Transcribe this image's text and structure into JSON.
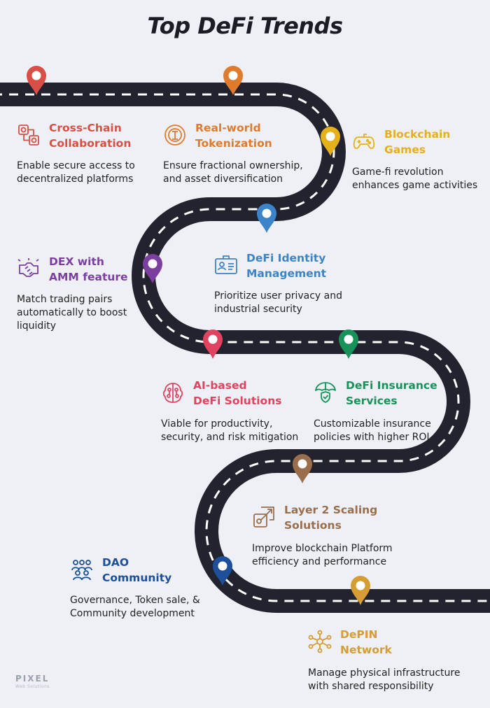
{
  "title": "Top DeFi Trends",
  "colors": {
    "background": "#eef0f5",
    "road": "#23232f",
    "dash": "#ffffff"
  },
  "trends": [
    {
      "heading": [
        "Cross-Chain",
        "Collaboration"
      ],
      "description": [
        "Enable secure access to",
        "decentralized platforms"
      ],
      "color": "#d94f45",
      "icon": "cross-chain-icon"
    },
    {
      "heading": [
        "Real-world",
        "Tokenization"
      ],
      "description": [
        "Ensure fractional ownership,",
        "and asset diversification"
      ],
      "color": "#e07b2b",
      "icon": "tokenization-icon"
    },
    {
      "heading": [
        "Blockchain",
        "Games"
      ],
      "description": [
        "Game-fi revolution",
        "enhances game activities"
      ],
      "color": "#e6b01b",
      "icon": "gamepad-icon"
    },
    {
      "heading": [
        "DEX with",
        "AMM feature"
      ],
      "description": [
        "Match trading pairs",
        "automatically to boost",
        "liquidity"
      ],
      "color": "#7b3fa0",
      "icon": "exchange-icon"
    },
    {
      "heading": [
        "DeFi Identity",
        "Management"
      ],
      "description": [
        "Prioritize user privacy and",
        "industrial security"
      ],
      "color": "#3b84c9",
      "icon": "id-card-icon"
    },
    {
      "heading": [
        "AI-based",
        "DeFi Solutions"
      ],
      "description": [
        "Viable for productivity,",
        "security, and risk mitigation"
      ],
      "color": "#e0435f",
      "icon": "ai-brain-icon"
    },
    {
      "heading": [
        "DeFi Insurance",
        "Services"
      ],
      "description": [
        "Customizable insurance",
        "policies with higher ROI"
      ],
      "color": "#17935a",
      "icon": "umbrella-shield-icon"
    },
    {
      "heading": [
        "Layer 2 Scaling",
        "Solutions"
      ],
      "description": [
        "Improve blockchain Platform",
        "efficiency and performance"
      ],
      "color": "#9a6e4d",
      "icon": "layers-icon"
    },
    {
      "heading": [
        "DAO",
        "Community"
      ],
      "description": [
        "Governance, Token sale, &",
        "Community development"
      ],
      "color": "#1d4f9a",
      "icon": "community-icon"
    },
    {
      "heading": [
        "DePIN",
        "Network"
      ],
      "description": [
        "Manage physical infrastructure",
        "with shared responsibility"
      ],
      "color": "#d59d34",
      "icon": "network-icon"
    }
  ],
  "logo": {
    "name": "PIXEL",
    "tagline": "Web Solutions"
  }
}
